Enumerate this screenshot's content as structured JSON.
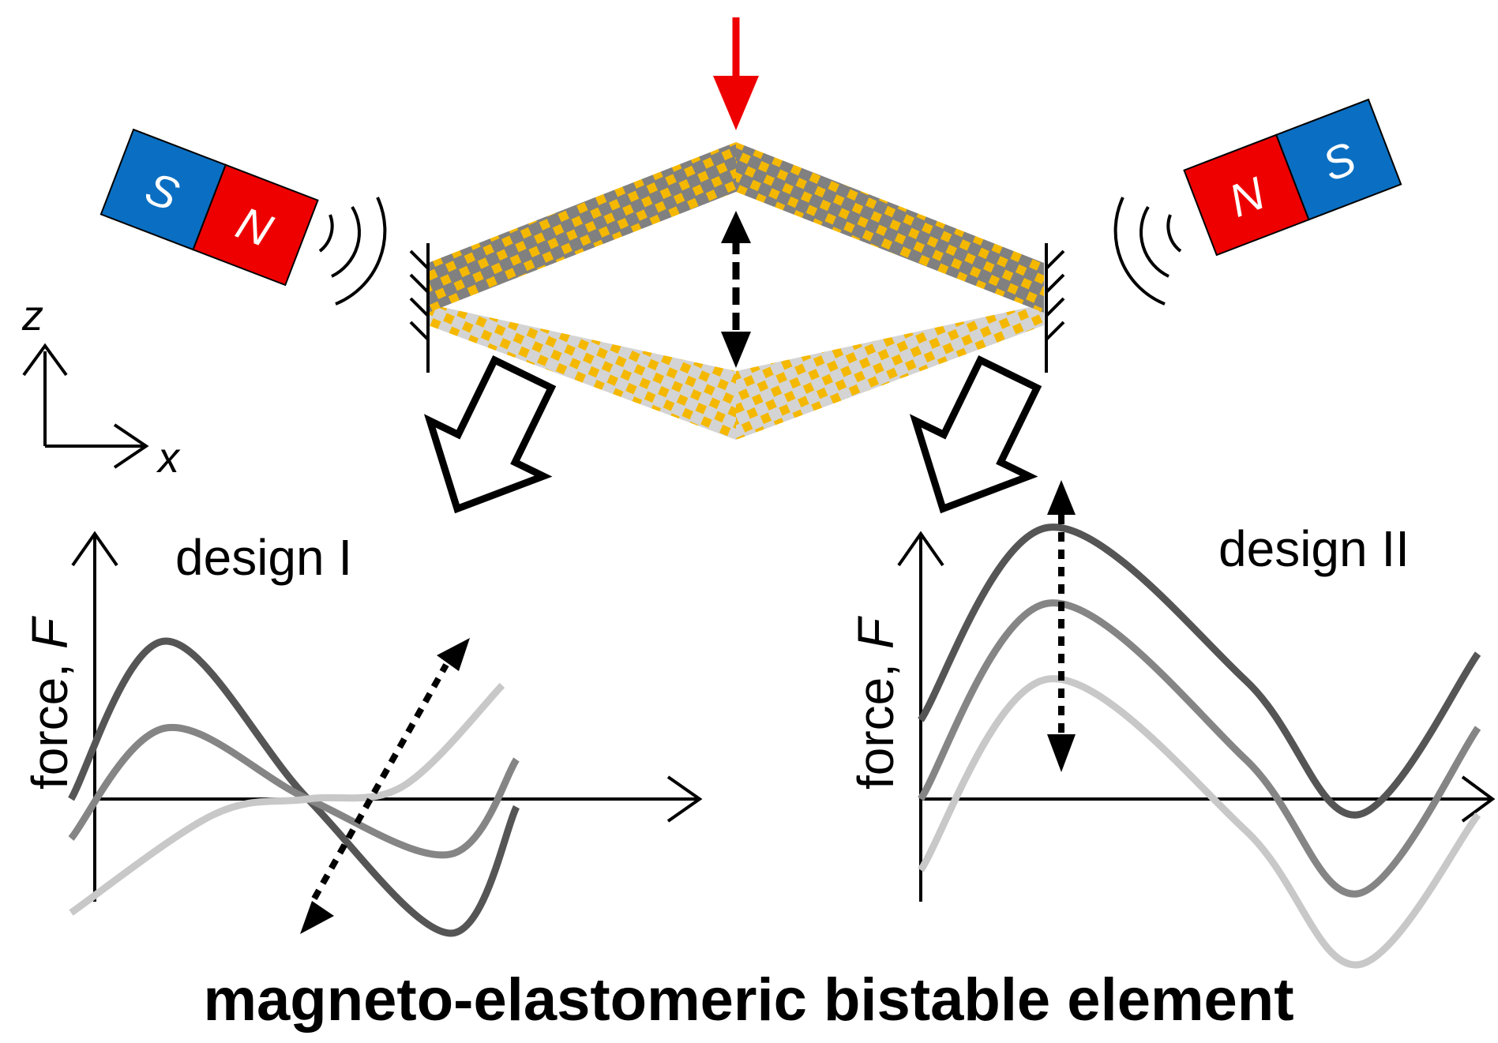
{
  "title": "magneto-elastomeric bistable element",
  "magnets": {
    "left": {
      "pole_1": "S",
      "pole_2": "N"
    },
    "right": {
      "pole_1": "N",
      "pole_2": "S"
    }
  },
  "axes": {
    "z_label": "z",
    "x_label": "x"
  },
  "colors": {
    "north": "#ee0000",
    "south": "#0a6fc2",
    "load_arrow": "#ee0000",
    "pattern_yellow": "#f5b800",
    "beam_dark": "#808080",
    "beam_light": "#d4d4d4",
    "curve_dark": "#555555",
    "curve_mid": "#858585",
    "curve_light": "#c8c8c8"
  },
  "plots": [
    {
      "design": "design I",
      "ylabel": "force, ",
      "ylabel_var": "F",
      "curves": [
        {
          "shade": "dark",
          "points": [
            [
              -0.1,
              0.0
            ],
            [
              0.3,
              1.0
            ],
            [
              0.9,
              0.0
            ],
            [
              1.5,
              -0.85
            ],
            [
              1.78,
              -0.05
            ]
          ]
        },
        {
          "shade": "mid",
          "points": [
            [
              -0.1,
              -0.25
            ],
            [
              0.3,
              0.45
            ],
            [
              0.9,
              0.0
            ],
            [
              1.5,
              -0.35
            ],
            [
              1.78,
              0.25
            ]
          ]
        },
        {
          "shade": "light",
          "points": [
            [
              -0.1,
              -0.72
            ],
            [
              0.5,
              -0.1
            ],
            [
              0.9,
              0.0
            ],
            [
              1.3,
              0.08
            ],
            [
              1.72,
              0.72
            ]
          ]
        }
      ]
    },
    {
      "design": "design II",
      "ylabel": "force, ",
      "ylabel_var": "F",
      "curves": [
        {
          "shade": "dark",
          "points": [
            [
              0.0,
              0.5
            ],
            [
              0.55,
              1.72
            ],
            [
              1.4,
              0.75
            ],
            [
              1.88,
              -0.1
            ],
            [
              2.4,
              0.92
            ]
          ]
        },
        {
          "shade": "mid",
          "points": [
            [
              0.0,
              0.0
            ],
            [
              0.55,
              1.24
            ],
            [
              1.4,
              0.25
            ],
            [
              1.88,
              -0.6
            ],
            [
              2.4,
              0.45
            ]
          ]
        },
        {
          "shade": "light",
          "points": [
            [
              0.0,
              -0.45
            ],
            [
              0.55,
              0.76
            ],
            [
              1.4,
              -0.2
            ],
            [
              1.88,
              -1.05
            ],
            [
              2.4,
              -0.1
            ]
          ]
        }
      ]
    }
  ]
}
